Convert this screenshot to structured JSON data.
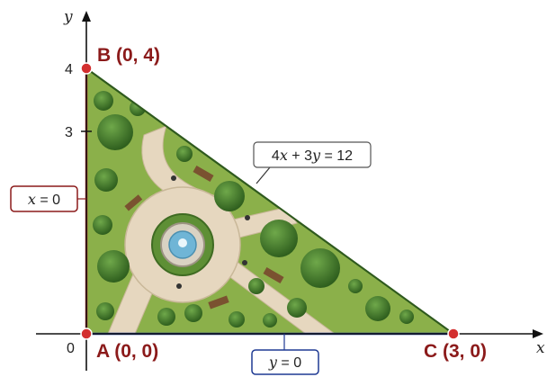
{
  "axes": {
    "x_label": "x",
    "y_label": "y",
    "origin_label": "0",
    "x_ticks": [],
    "y_ticks": [
      "3",
      "4"
    ]
  },
  "vertices": {
    "A": {
      "label": "A (0, 0)",
      "x": 0,
      "y": 0
    },
    "B": {
      "label": "B (0, 4)",
      "x": 0,
      "y": 4
    },
    "C": {
      "label": "C (3, 0)",
      "x": 3,
      "y": 0
    }
  },
  "equations": {
    "hypotenuse": {
      "lhs_a": "4",
      "var_x": "x",
      "mid": " + 3",
      "var_y": "y",
      "rhs": " = 12"
    },
    "vertical": {
      "var": "x",
      "rhs": " = 0"
    },
    "horizontal": {
      "var": "y",
      "rhs": " = 0"
    }
  },
  "colors": {
    "vertex": "#d32f2f",
    "vertex_text": "#8b1a1a",
    "grass": "#8bb04a",
    "path": "#e6d7bf",
    "tree": "#3f7a28",
    "x0_box": "#8b1a1a",
    "y0_box": "#1f3a93"
  }
}
